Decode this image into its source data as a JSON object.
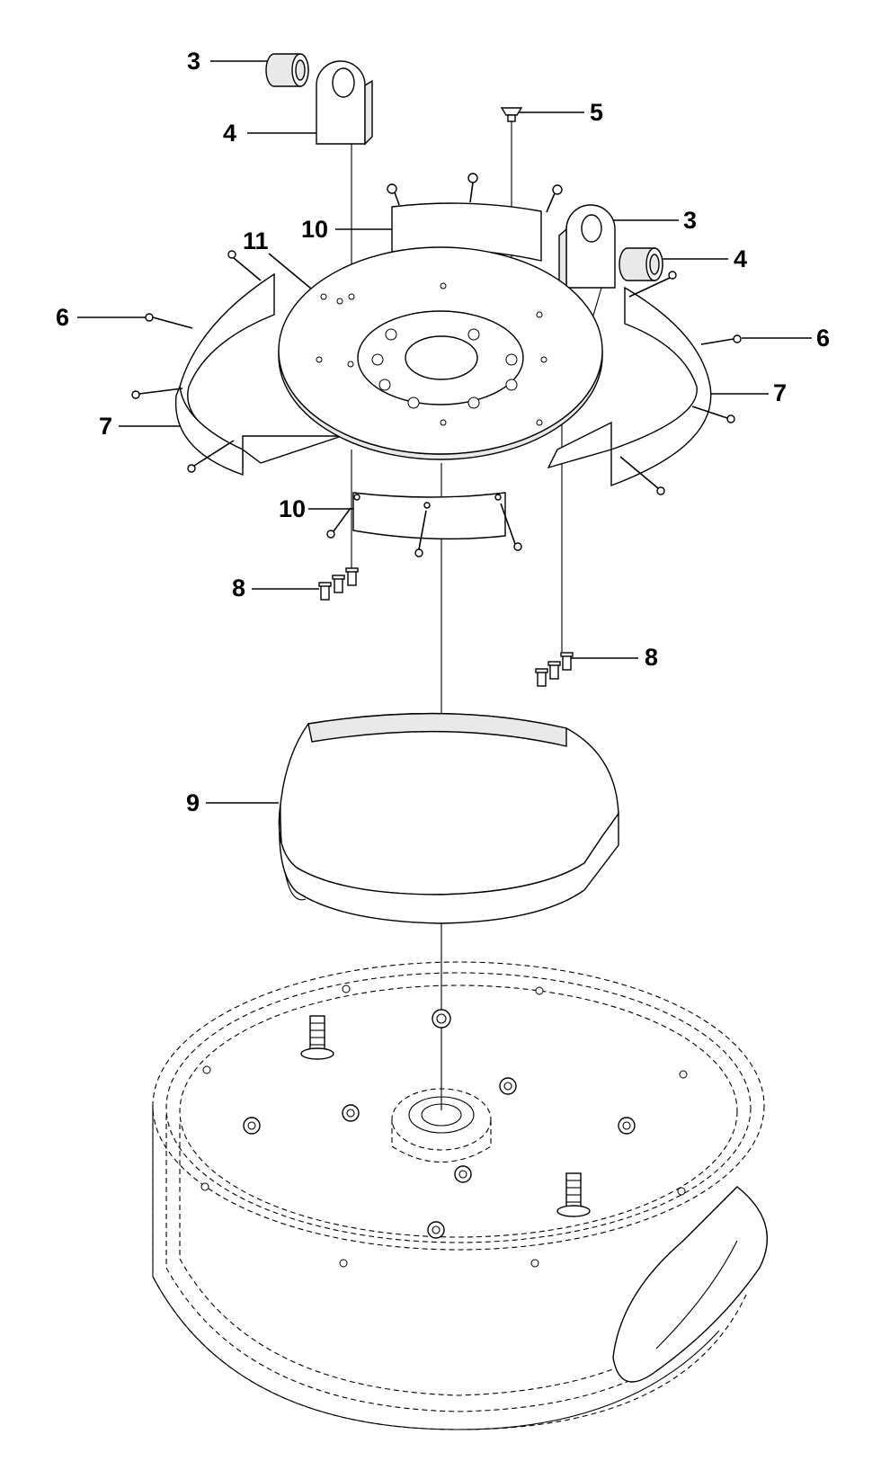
{
  "callouts": {
    "c3a": "3",
    "c4a": "4",
    "c5": "5",
    "c10a": "10",
    "c3b": "3",
    "c11": "11",
    "c4b": "4",
    "c6a": "6",
    "c6b": "6",
    "c7a": "7",
    "c7b": "7",
    "c10b": "10",
    "c8a": "8",
    "c8b": "8",
    "c9": "9"
  },
  "icons": {
    "bushing": "cylinder-bushing-icon",
    "bracket": "lug-bracket-icon",
    "screw": "countersunk-screw-icon",
    "bolt": "socket-head-bolt-icon"
  }
}
